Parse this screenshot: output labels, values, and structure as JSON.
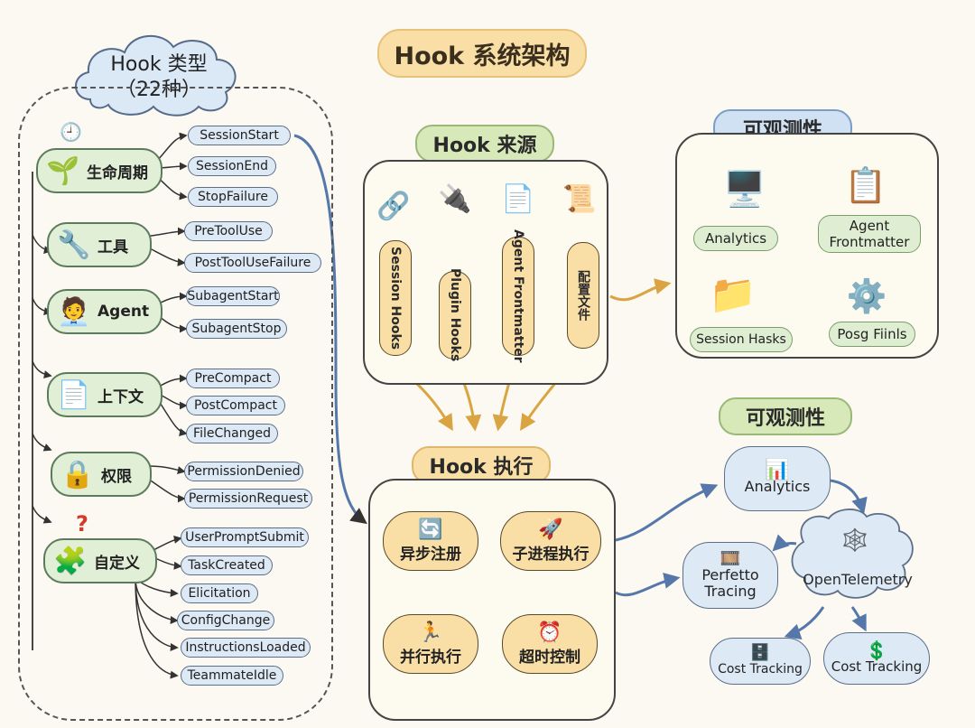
{
  "title": "Hook 系统架构",
  "hook_types": {
    "title_line1": "Hook 类型",
    "title_line2": "（22种）",
    "categories": [
      {
        "name": "生命周期",
        "icon": "sprout-clock-icon",
        "events": [
          "SessionStart",
          "SessionEnd",
          "StopFailure"
        ]
      },
      {
        "name": "工具",
        "icon": "tools-icon",
        "events": [
          "PreToolUse",
          "PostToolUseFailure"
        ]
      },
      {
        "name": "Agent",
        "icon": "person-icon",
        "events": [
          "SubagentStart",
          "SubagentStop"
        ]
      },
      {
        "name": "上下文",
        "icon": "document-magnifier-icon",
        "events": [
          "PreCompact",
          "PostCompact",
          "FileChanged"
        ]
      },
      {
        "name": "权限",
        "icon": "padlock-icon",
        "events": [
          "PermissionDenied",
          "PermissionRequest"
        ]
      },
      {
        "name": "自定义",
        "icon": "puzzle-question-icon",
        "events": [
          "UserPromptSubmit",
          "TaskCreated",
          "Elicitation",
          "ConfigChange",
          "InstructionsLoaded",
          "TeammateIdle"
        ]
      }
    ]
  },
  "hook_sources": {
    "title": "Hook 来源",
    "items": [
      {
        "label": "Session Hooks",
        "icon": "node-graph-icon"
      },
      {
        "label": "Plugin Hooks",
        "icon": "plug-icon"
      },
      {
        "label": "Agent Frontmatter",
        "icon": "document-icon"
      },
      {
        "label": "配置文件",
        "icon": "scroll-gear-icon"
      }
    ]
  },
  "observability_top": {
    "title": "可观测性",
    "items": [
      {
        "label": "Analytics",
        "icon": "monitor-eye-icon"
      },
      {
        "label": "Agent Frontmatter",
        "icon": "clipboard-magnifier-icon"
      },
      {
        "label": "Session Hasks",
        "icon": "folder-icon"
      },
      {
        "label": "Posg Fiinls",
        "icon": "window-gear-icon"
      }
    ]
  },
  "hook_exec": {
    "title": "Hook 执行",
    "nodes": [
      {
        "label": "异步注册",
        "icon": "cycle-arrows-icon"
      },
      {
        "label": "子进程执行",
        "icon": "rocket-icon"
      },
      {
        "label": "并行执行",
        "icon": "runners-icon"
      },
      {
        "label": "超时控制",
        "icon": "alarm-clock-icon"
      }
    ]
  },
  "observability_bottom": {
    "title": "可观测性",
    "nodes": {
      "analytics": "Analytics",
      "perfetto_line1": "Perfetto",
      "perfetto_line2": "Tracing",
      "otel": "OpenTelemetry",
      "cost1": "Cost Tracking",
      "cost2": "Cost Tracking"
    }
  }
}
